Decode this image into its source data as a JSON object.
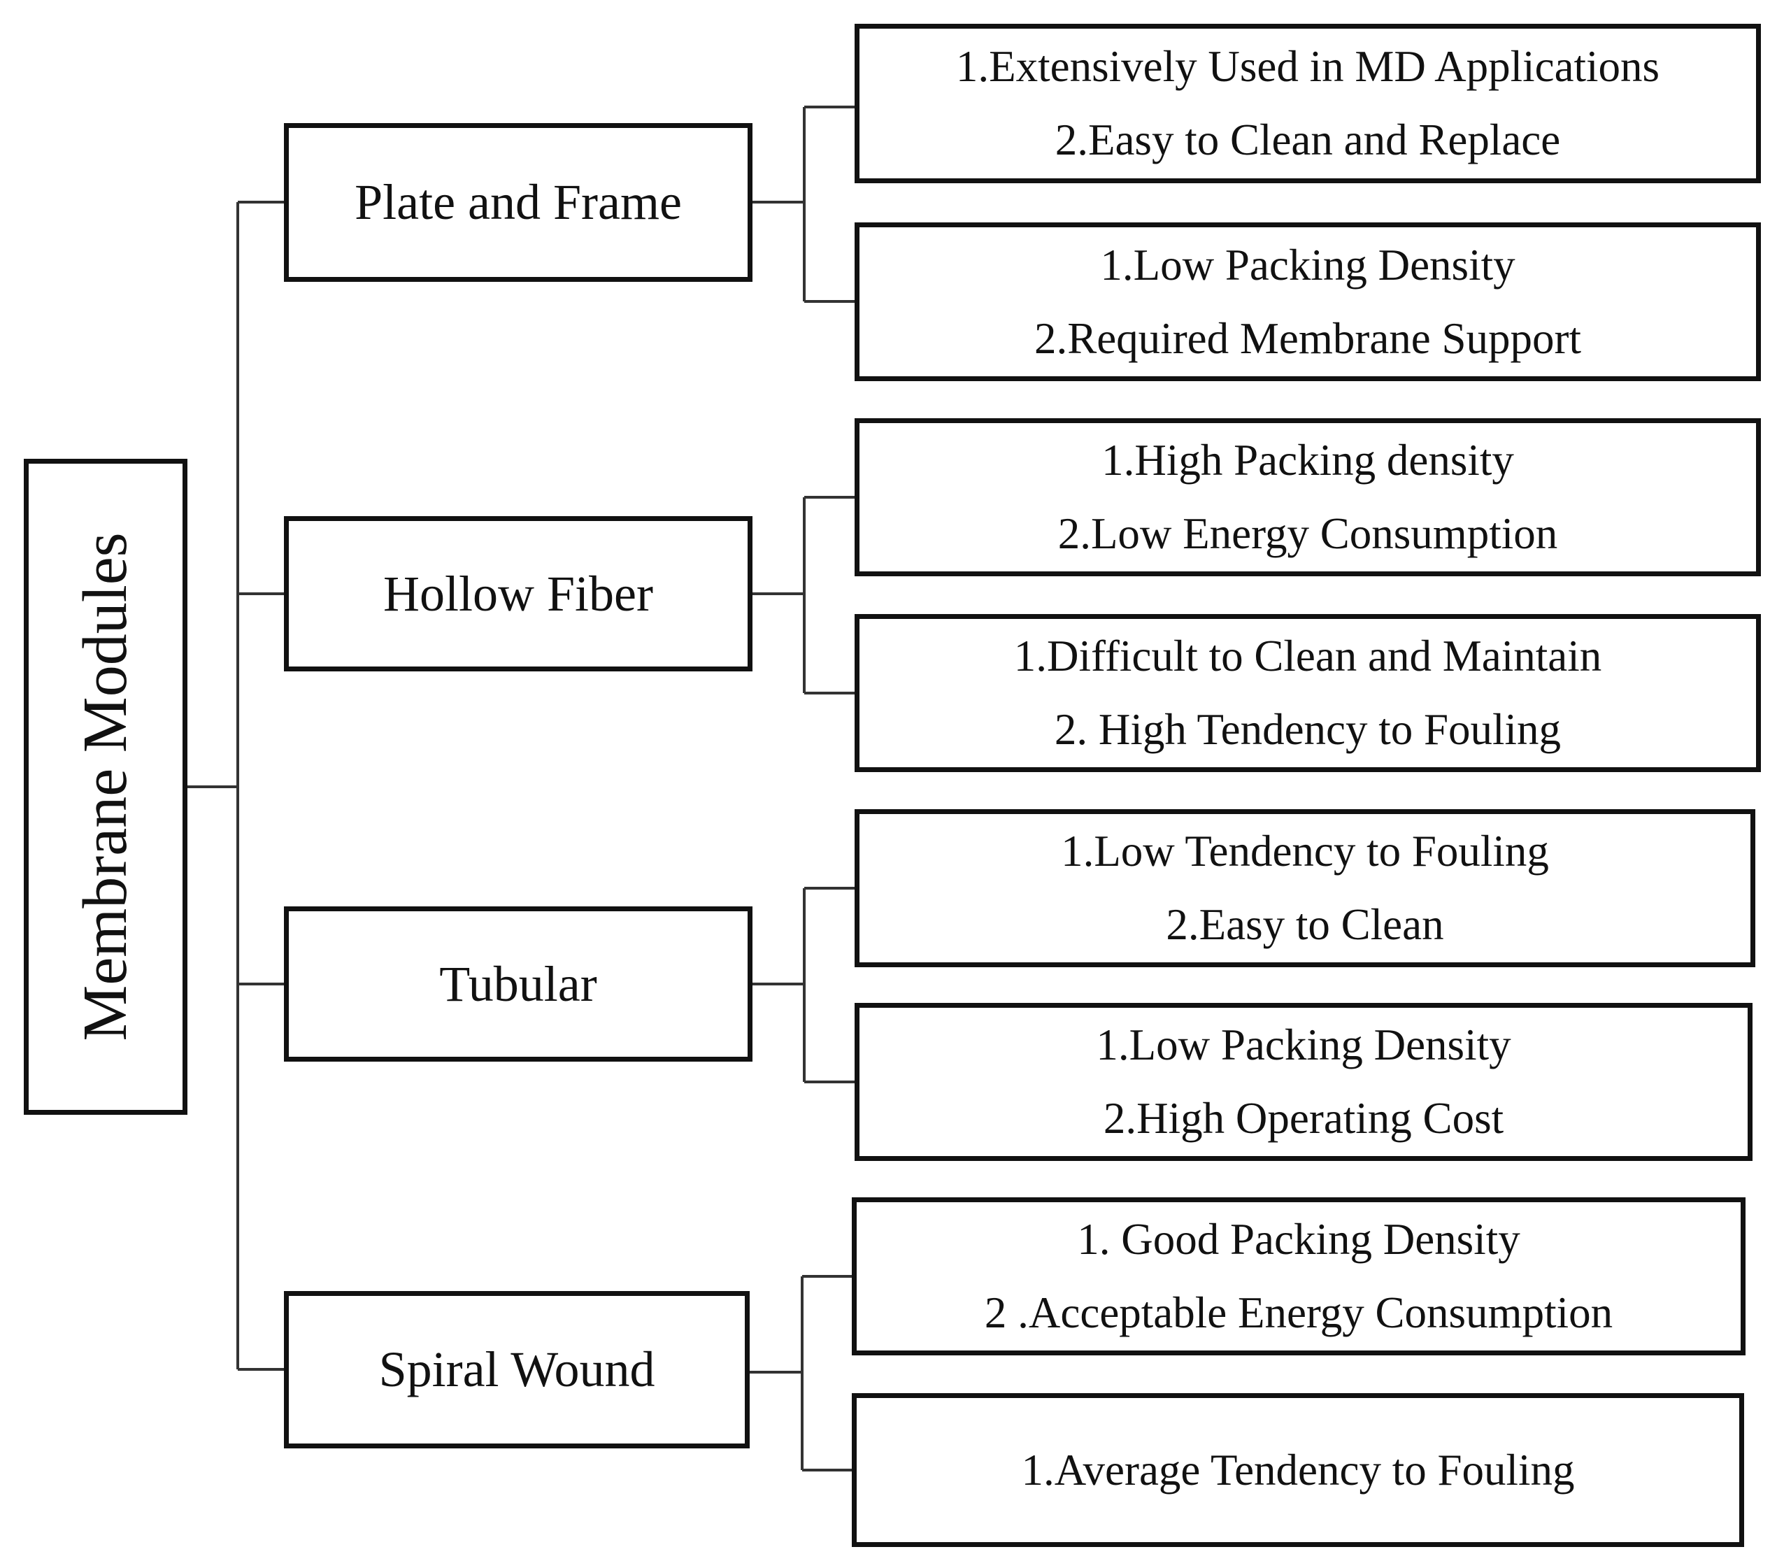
{
  "root": {
    "label": "Membrane Modules"
  },
  "modules": [
    {
      "name": "Plate and Frame",
      "details": [
        [
          "1.Extensively Used in MD Applications",
          "2.Easy to Clean and Replace"
        ],
        [
          "1.Low Packing Density",
          "2.Required Membrane Support"
        ]
      ]
    },
    {
      "name": "Hollow Fiber",
      "details": [
        [
          "1.High Packing density",
          "2.Low Energy Consumption"
        ],
        [
          "1.Difficult to Clean and Maintain",
          "2. High Tendency to Fouling"
        ]
      ]
    },
    {
      "name": "Tubular",
      "details": [
        [
          "1.Low Tendency to Fouling",
          "2.Easy to Clean"
        ],
        [
          "1.Low Packing Density",
          "2.High Operating Cost"
        ]
      ]
    },
    {
      "name": "Spiral Wound",
      "details": [
        [
          "1. Good Packing Density",
          "2 .Acceptable Energy Consumption"
        ],
        [
          "1.Average Tendency to Fouling"
        ]
      ]
    }
  ]
}
